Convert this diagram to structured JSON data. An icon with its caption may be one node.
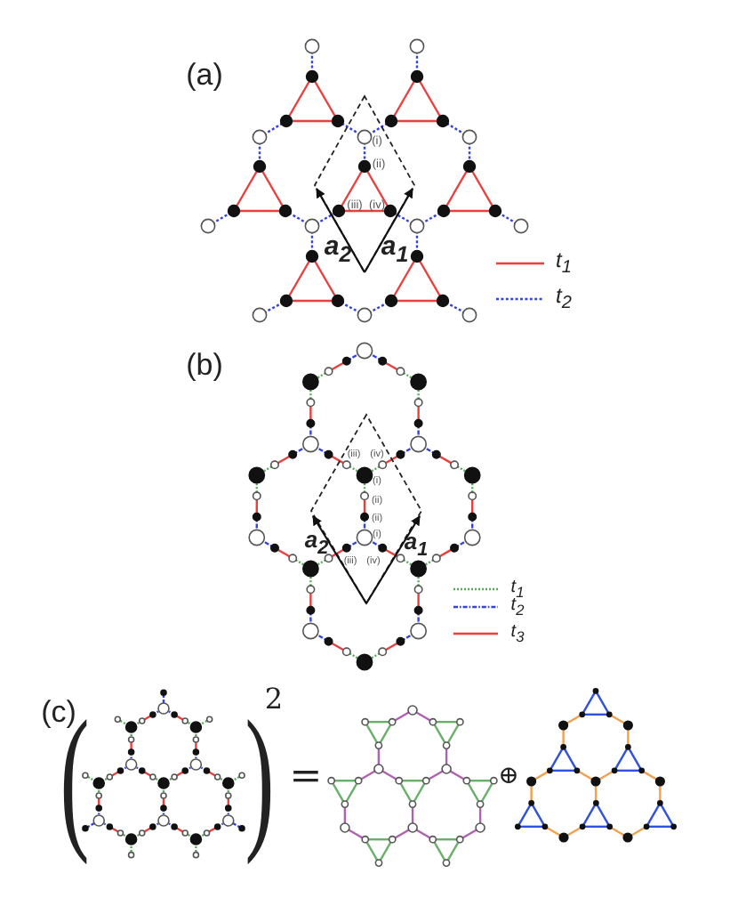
{
  "diagram": {
    "labels": [
      "(a)",
      "(i)",
      "(ii)",
      "(iii)",
      "(iv)",
      "a$_{2}$",
      "a$_{1}$",
      "(b)",
      "(iii)",
      "(iv)",
      "(i)",
      "(ii)",
      "(ii)",
      "(i)",
      "a$_{2}$",
      "a$_{1}$",
      "(iii)",
      "(iv)",
      "(c)",
      "(",
      ")",
      "2",
      "=",
      "⊕"
    ],
    "legend": [
      {
        "text": "t$_{1}$"
      },
      {
        "text": "t$_{2}$"
      },
      {
        "text": "t$_{1}$"
      },
      {
        "text": "t$_{2}$"
      },
      {
        "text": "t$_{3}$"
      }
    ]
  }
}
